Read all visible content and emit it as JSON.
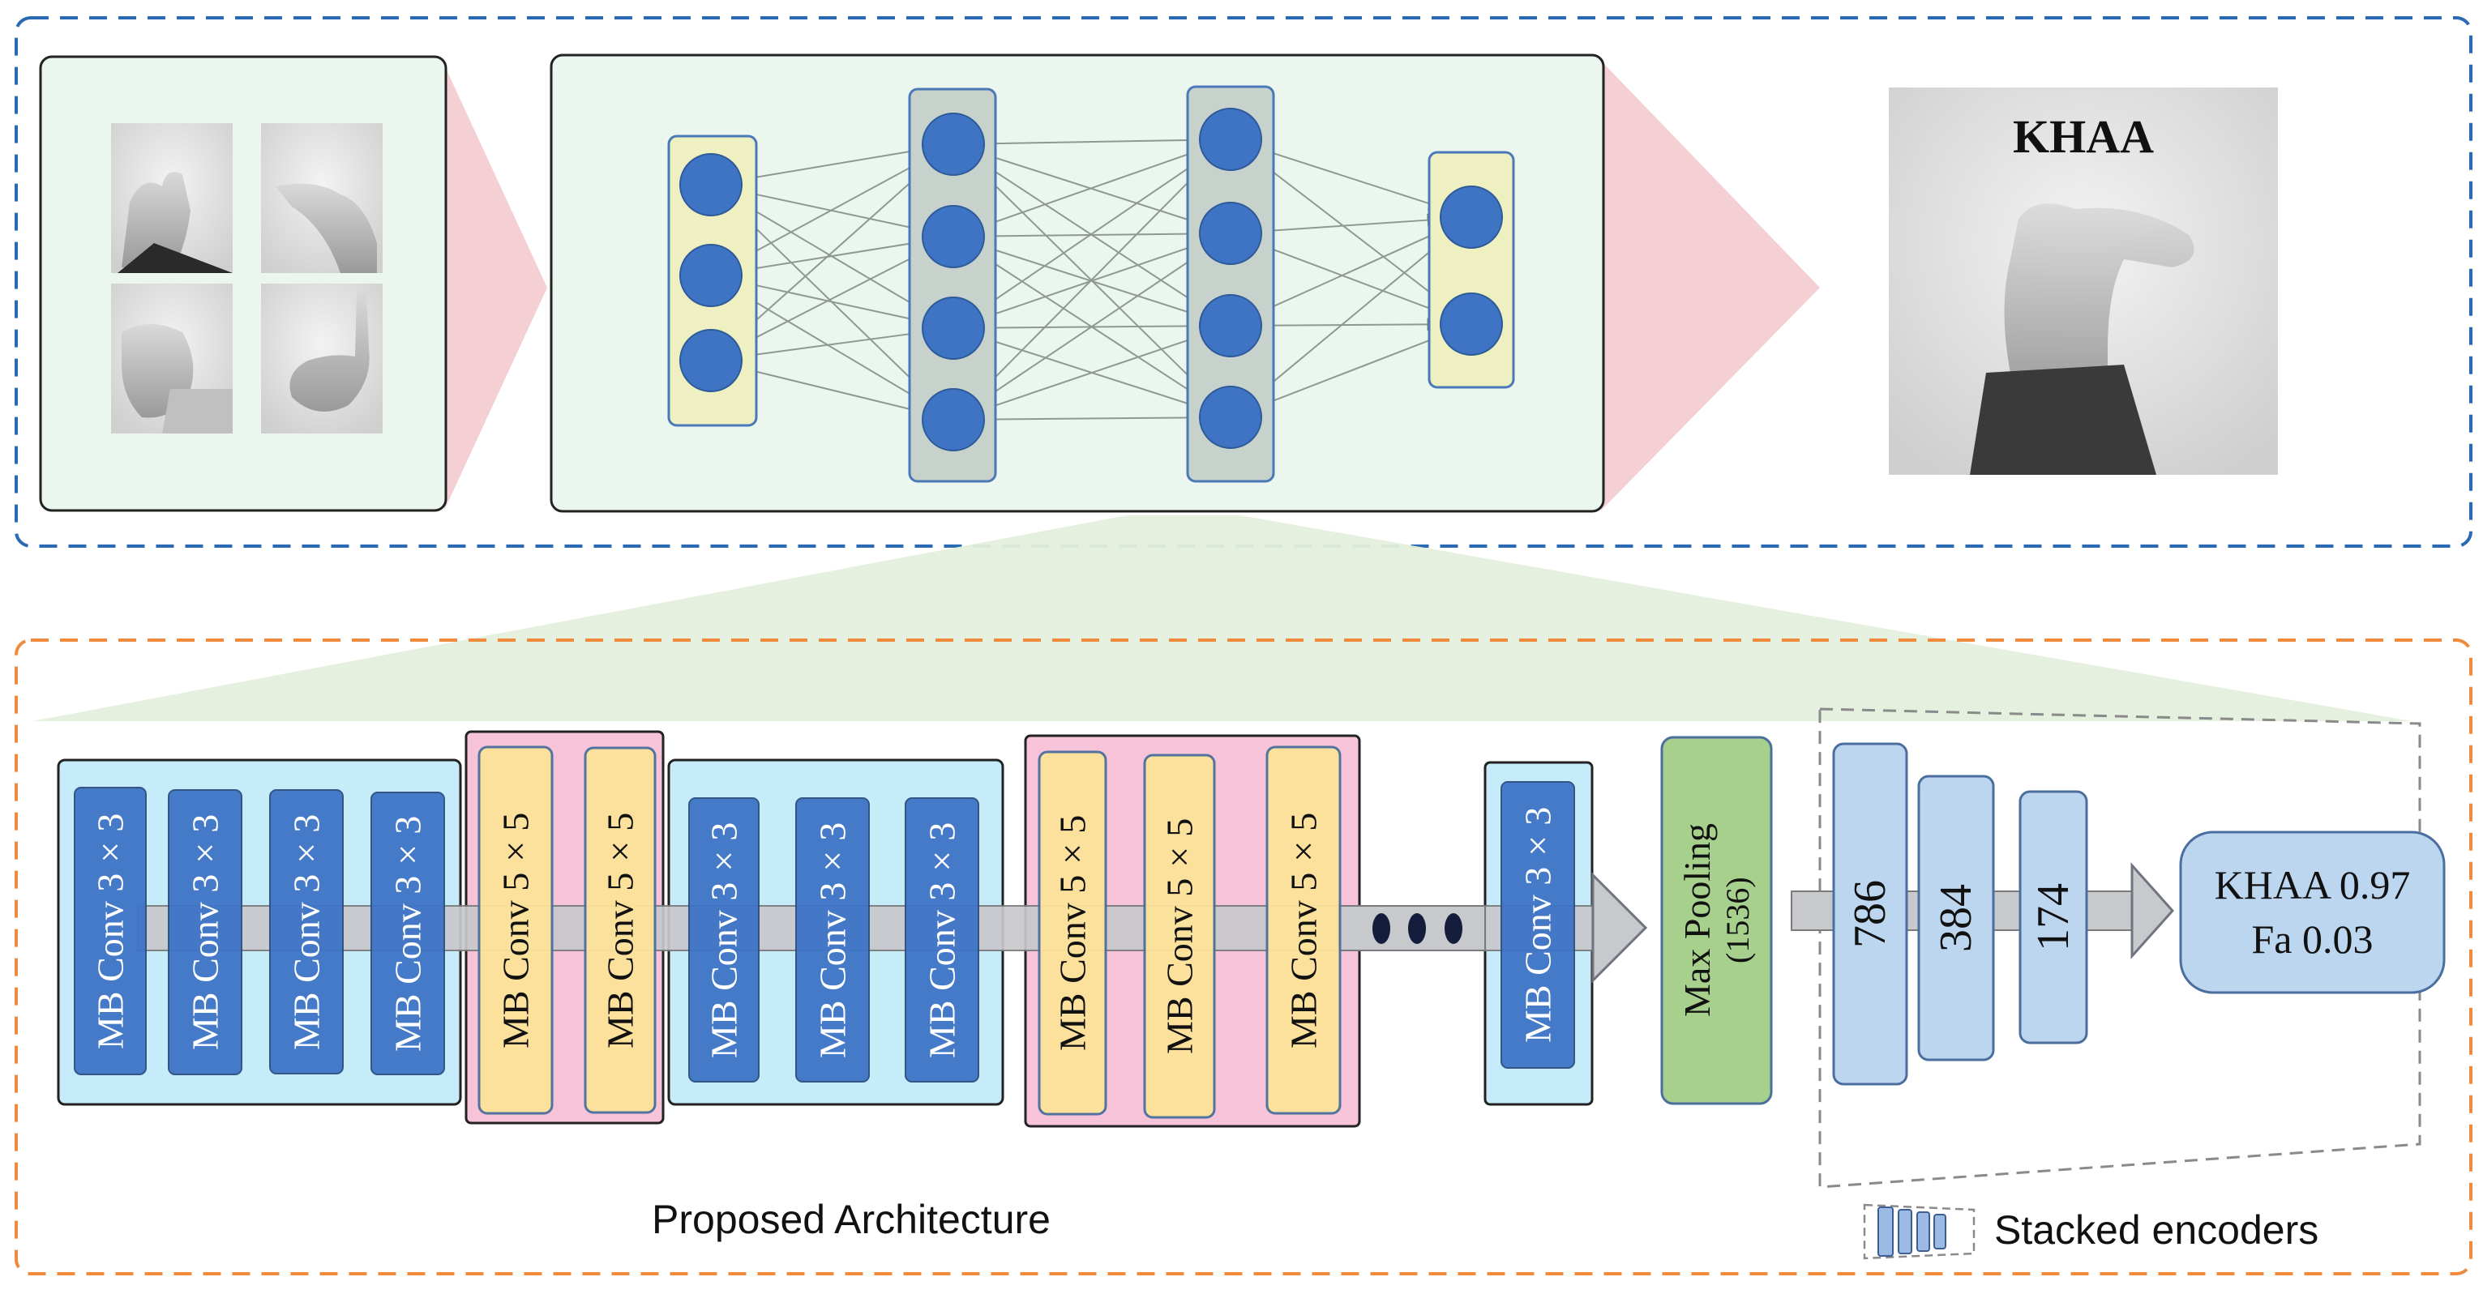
{
  "top_panel": {
    "output_word": "KHAA"
  },
  "blocks": {
    "mb3": "MB Conv 3×3",
    "mb5": "MB Conv 5×5",
    "max_pooling": "Max Pooling",
    "max_pooling_size": "(1536)"
  },
  "encoders": {
    "values": [
      "786",
      "384",
      "174"
    ]
  },
  "output_box": {
    "line1": "KHAA 0.97",
    "line2": "Fa 0.03"
  },
  "labels": {
    "proposed_architecture": "Proposed Architecture",
    "stacked_encoders": "Stacked encoders"
  },
  "colors": {
    "top_border": "#2a6ab5",
    "bottom_border": "#f08a3c",
    "panel_fill": "#eaf6ee",
    "node_blue": "#3f74c4",
    "mb3_fill": "#3e74c6",
    "mb5_fill": "#fde39a",
    "cyan_group": "#c5ecf8",
    "pink_group": "#f7c3d9",
    "pool_green": "#a8d08d",
    "encoder_blue": "#bdd6ef"
  }
}
